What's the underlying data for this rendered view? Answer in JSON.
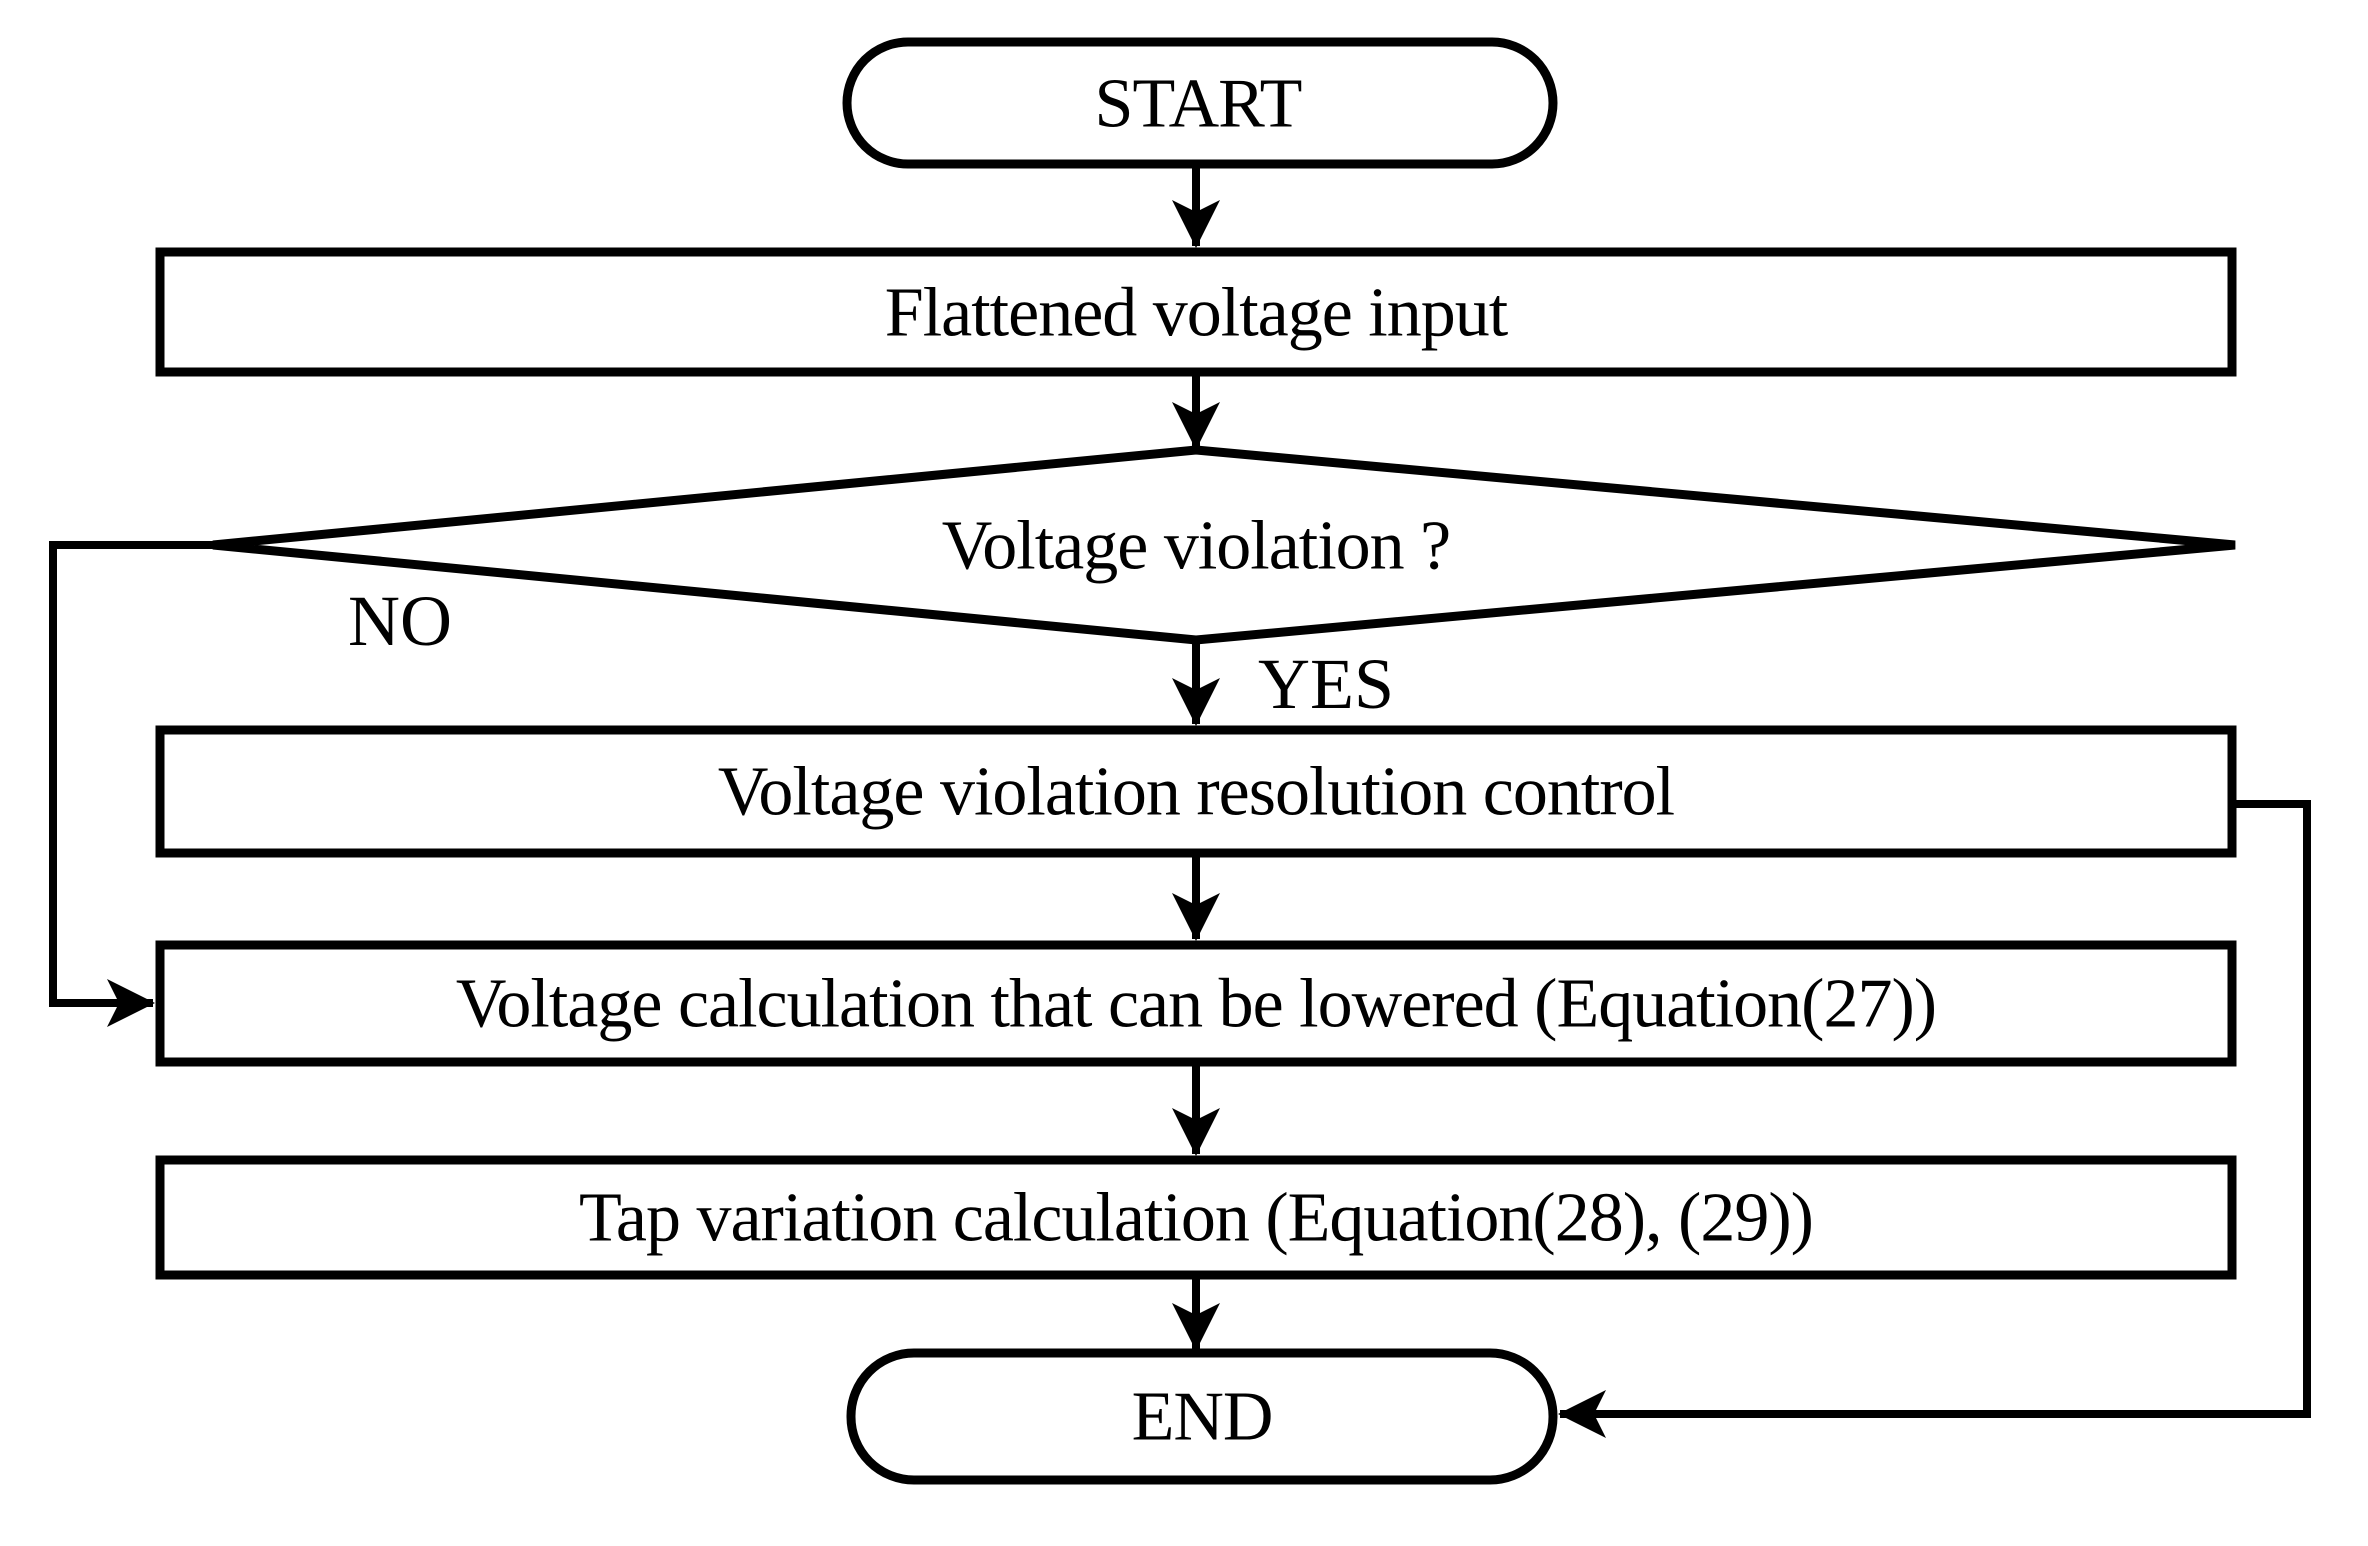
{
  "diagram": {
    "type": "flowchart",
    "colors": {
      "line": "#000000",
      "shape_fill": "#ffffff",
      "background": "#ffffff"
    },
    "nodes": {
      "start": {
        "label": "START",
        "shape": "terminator"
      },
      "flattened_voltage_input": {
        "label": "Flattened voltage input",
        "shape": "process"
      },
      "voltage_violation_decision": {
        "label": "Voltage violation ?",
        "shape": "decision"
      },
      "resolution_control": {
        "label": "Voltage violation resolution control",
        "shape": "process"
      },
      "voltage_calculation": {
        "label": "Voltage calculation that can be lowered (Equation(27))",
        "shape": "process"
      },
      "tap_variation": {
        "label": "Tap variation calculation (Equation(28), (29))",
        "shape": "process"
      },
      "end": {
        "label": "END",
        "shape": "terminator"
      }
    },
    "branch_labels": {
      "yes": "YES",
      "no": "NO"
    }
  }
}
